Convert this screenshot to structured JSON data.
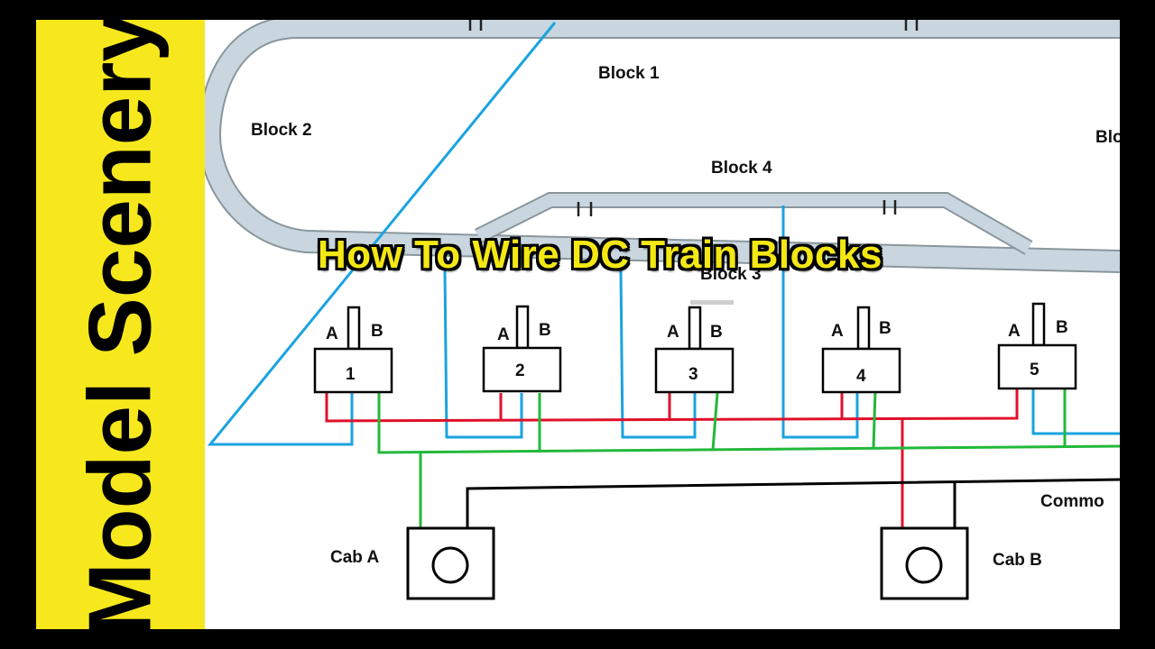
{
  "channel": {
    "banner_text": "Model Scenery",
    "banner_color": "#f6e81c"
  },
  "video_title": "How To Wire DC Train Blocks",
  "diagram": {
    "blocks": [
      "Block 1",
      "Block 2",
      "Block 3",
      "Block 4",
      "Blo"
    ],
    "toggles": [
      {
        "number": "1",
        "left_label": "A",
        "right_label": "B"
      },
      {
        "number": "2",
        "left_label": "A",
        "right_label": "B"
      },
      {
        "number": "3",
        "left_label": "A",
        "right_label": "B"
      },
      {
        "number": "4",
        "left_label": "A",
        "right_label": "B"
      },
      {
        "number": "5",
        "left_label": "A",
        "right_label": "B"
      }
    ],
    "cabs": [
      {
        "label": "Cab A"
      },
      {
        "label": "Cab B"
      }
    ],
    "common_label": "Commo",
    "wire_colors": {
      "feed": "#1aa3e0",
      "cab_a": "#23b83a",
      "cab_b": "#e0102a",
      "common": "#000000",
      "track": "#c9d6df",
      "track_outline": "#8a969c"
    }
  }
}
